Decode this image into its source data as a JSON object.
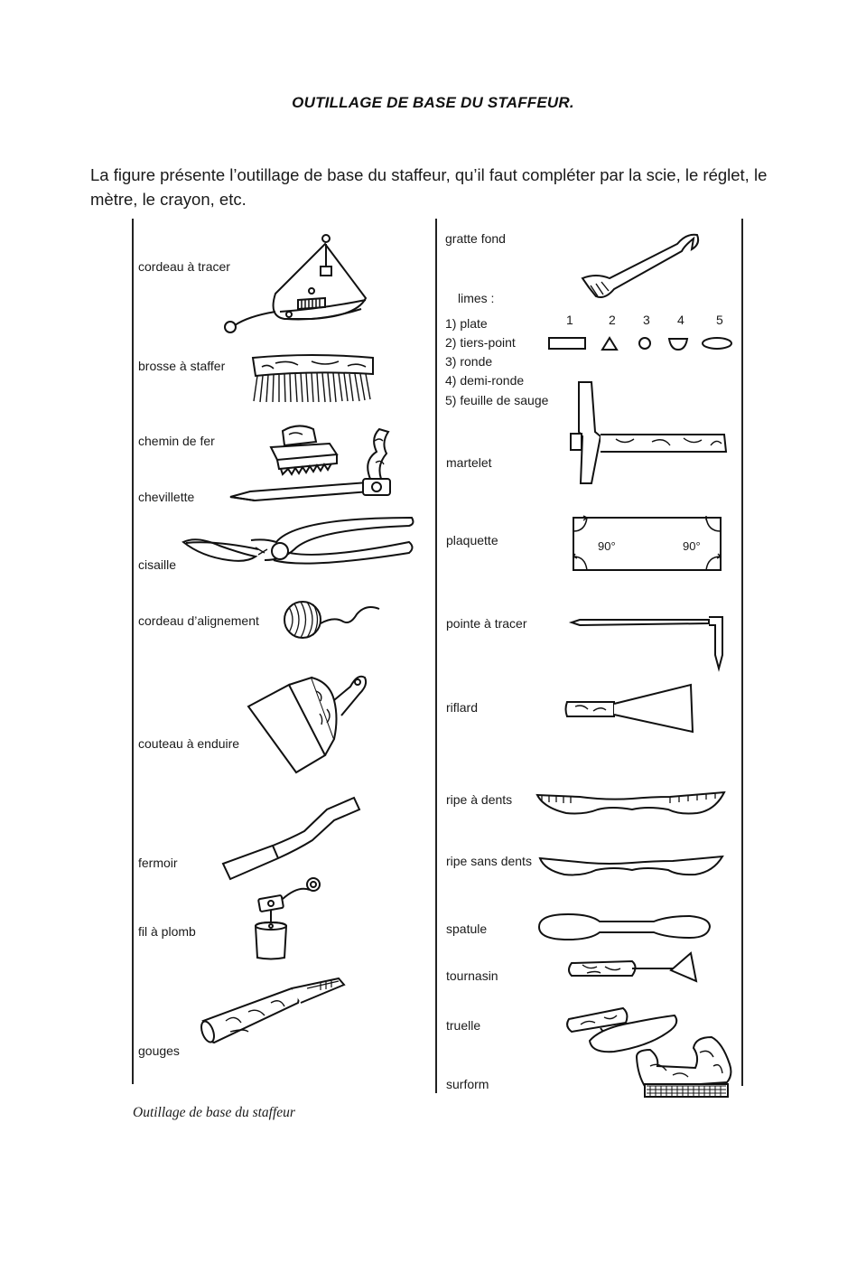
{
  "title": "OUTILLAGE DE BASE DU STAFFEUR.",
  "intro": "La figure présente l’outillage de base du staffeur, qu’il faut compléter par la scie, le réglet, le mètre, le crayon, etc.",
  "left_tools": [
    "cordeau à tracer",
    "brosse à staffer",
    "chemin de fer",
    "chevillette",
    "cisaille",
    "cordeau d’alignement",
    "couteau à enduire",
    "fermoir",
    "fil à plomb",
    "gouges"
  ],
  "right_tools": [
    "gratte fond",
    "martelet",
    "plaquette",
    "pointe à tracer",
    "riflard",
    "ripe à dents",
    "ripe sans dents",
    "spatule",
    "tournasin",
    "truelle",
    "surform"
  ],
  "limes": {
    "title": "limes :",
    "items": [
      "1) plate",
      "2) tiers-point",
      "3) ronde",
      "4) demi-ronde",
      "5) feuille de sauge"
    ],
    "numbers": [
      "1",
      "2",
      "3",
      "4",
      "5"
    ]
  },
  "plaquette_angles": [
    "90°",
    "90°"
  ],
  "caption": "Outillage de base du staffeur"
}
